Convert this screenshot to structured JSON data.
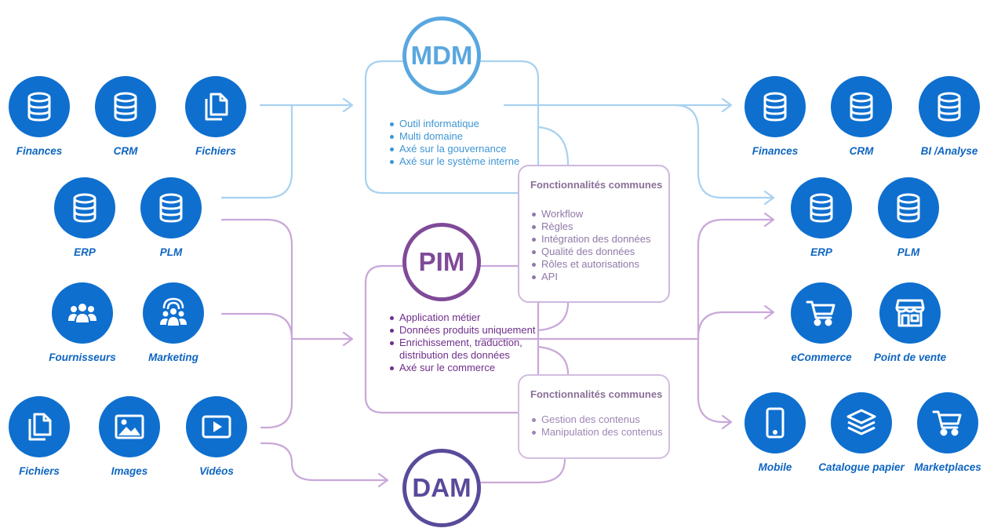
{
  "hubs": {
    "mdm": "MDM",
    "pim": "PIM",
    "dam": "DAM"
  },
  "mdm_features": [
    "Outil informatique",
    "Multi domaine",
    "Axé sur la gouvernance",
    "Axé sur le système interne"
  ],
  "pim_features": [
    "Application métier",
    "Données produits uniquement",
    "Enrichissement, traduction, distribution des données",
    "Axé sur le commerce"
  ],
  "common_top": {
    "title": "Fonctionnalités communes",
    "items": [
      "Workflow",
      "Règles",
      "Intégration des données",
      "Qualité des données",
      "Rôles et autorisations",
      "API"
    ]
  },
  "common_bottom": {
    "title": "Fonctionnalités communes",
    "items": [
      "Gestion des contenus",
      "Manipulation des contenus"
    ]
  },
  "sources": {
    "finances": "Finances",
    "crm": "CRM",
    "fichiers1": "Fichiers",
    "erp": "ERP",
    "plm": "PLM",
    "fournisseurs": "Fournisseurs",
    "marketing": "Marketing",
    "fichiers2": "Fichiers",
    "images": "Images",
    "videos": "Vidéos"
  },
  "targets": {
    "finances": "Finances",
    "crm": "CRM",
    "bi": "BI /Analyse",
    "erp": "ERP",
    "plm": "PLM",
    "ecommerce": "eCommerce",
    "pos": "Point de vente",
    "mobile": "Mobile",
    "catalogue": "Catalogue papier",
    "marketplaces": "Marketplaces"
  },
  "colors": {
    "node_blue": "#0e6fcf",
    "mdm_blue": "#5aa7df",
    "pim_purple": "#7f4a98",
    "dam_purple": "#5a4a9a",
    "line_blue": "#a9d2ef",
    "line_purple": "#c9a8d9"
  }
}
